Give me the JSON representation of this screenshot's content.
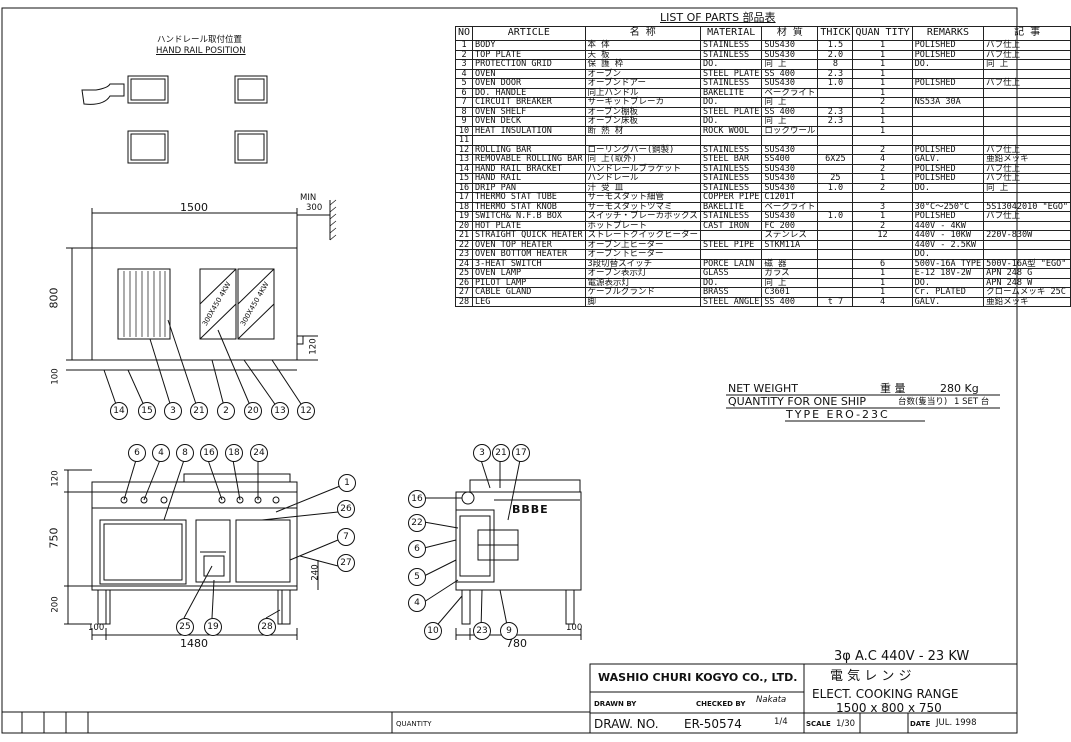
{
  "handrail": {
    "title_jp": "ハンドレール取付位置",
    "title_en": "HAND RAIL POSITION"
  },
  "parts": {
    "title": "LIST OF PARTS 部品表",
    "headers": [
      "NO",
      "ARTICLE",
      "名 称",
      "MATERIAL",
      "材 質",
      "THICK",
      "QUAN TITY",
      "REMARKS",
      "記 事"
    ],
    "rows": [
      [
        "1",
        "BODY",
        "本 体",
        "STAINLESS",
        "SUS430",
        "1.5",
        "1",
        "POLISHED",
        "バフ仕上"
      ],
      [
        "2",
        "TOP PLATE",
        "天 板",
        "STAINLESS",
        "SUS430",
        "2.0",
        "1",
        "POLISHED",
        "バフ仕上"
      ],
      [
        "3",
        "PROTECTION GRID",
        "保 護 枠",
        "DO.",
        "同 上",
        "8",
        "1",
        "DO.",
        "同 上"
      ],
      [
        "4",
        "OVEN",
        "オーブン",
        "STEEL PLATE",
        "SS 400",
        "2.3",
        "1",
        "",
        ""
      ],
      [
        "5",
        "OVEN DOOR",
        "オーブンドアー",
        "STAINLESS",
        "SUS430",
        "1.0",
        "1",
        "POLISHED",
        "バフ仕上"
      ],
      [
        "6",
        "DO. HANDLE",
        "同上ハンドル",
        "BAKELITE",
        "ベークライト",
        "",
        "1",
        "",
        ""
      ],
      [
        "7",
        "CIRCUIT BREAKER",
        "サーキットブレーカ",
        "DO.",
        "同 上",
        "",
        "2",
        "NS53A 30A",
        ""
      ],
      [
        "8",
        "OVEN SHELF",
        "オーブン棚板",
        "STEEL PLATE",
        "SS 400",
        "2.3",
        "1",
        "",
        ""
      ],
      [
        "9",
        "OVEN DECK",
        "オーブン床板",
        "DO.",
        "同 上",
        "2.3",
        "1",
        "",
        ""
      ],
      [
        "10",
        "HEAT INSULATION",
        "断 熱 材",
        "ROCK WOOL",
        "ロックウール",
        "",
        "1",
        "",
        ""
      ],
      [
        "11",
        "",
        "",
        "",
        "",
        "",
        "",
        "",
        ""
      ],
      [
        "12",
        "ROLLING BAR",
        "ローリングバー(鋼製)",
        "STAINLESS",
        "SUS430",
        "",
        "2",
        "POLISHED",
        "バフ仕上"
      ],
      [
        "13",
        "REMOVABLE ROLLING BAR",
        "同 上(取外)",
        "STEEL BAR",
        "SS400",
        "6X25",
        "4",
        "GALV.",
        "亜鉛メッキ"
      ],
      [
        "14",
        "HAND RAIL BRACKET",
        "ハンドレールブラケット",
        "STAINLESS",
        "SUS430",
        "",
        "2",
        "POLISHED",
        "バフ仕上"
      ],
      [
        "15",
        "HAND RAIL",
        "ハンドレール",
        "STAINLESS",
        "SUS430",
        "25",
        "1",
        "POLISHED",
        "バフ仕上"
      ],
      [
        "16",
        "DRIP PAN",
        "汁 受 皿",
        "STAINLESS",
        "SUS430",
        "1.0",
        "2",
        "DO.",
        "同 上"
      ],
      [
        "17",
        "THERMO STAT TUBE",
        "サーモスタット細管",
        "COPPER PIPE",
        "C1201T",
        "",
        "",
        "",
        ""
      ],
      [
        "18",
        "THERMO STAT KNOB",
        "サーモスタットツマミ",
        "BAKELITE",
        "ベークライト",
        "",
        "3",
        "30°C～250°C",
        "5S13042010 \"EGO\""
      ],
      [
        "19",
        "SWITCH& N.F.B BOX",
        "スイッチ・ブレーカボックス",
        "STAINLESS",
        "SUS430",
        "1.0",
        "1",
        "POLISHED",
        "バフ仕上"
      ],
      [
        "20",
        "HOT PLATE",
        "ホットプレート",
        "CAST IRON",
        "FC 200",
        "",
        "2",
        "440V - 4KW",
        ""
      ],
      [
        "21",
        "STRAIGHT QUICK HEATER",
        "ストレートクイックヒーター",
        "",
        "ステンレス",
        "",
        "12",
        "440V - 10KW",
        "220V-830W"
      ],
      [
        "22",
        "OVEN TOP HEATER",
        "オーブン上ヒーター",
        "STEEL PIPE",
        "STKM11A",
        "",
        "",
        "440V - 2.5KW",
        ""
      ],
      [
        "23",
        "OVEN BOTTOM HEATER",
        "オーブン下ヒーター",
        "",
        "",
        "",
        "",
        "DO.",
        ""
      ],
      [
        "24",
        "3-HEAT SWITCH",
        "3段切替スイッチ",
        "PORCE LAIN",
        "磁 器",
        "",
        "6",
        "500V-16A TYPE",
        "500V-16A型 \"EGO\""
      ],
      [
        "25",
        "OVEN LAMP",
        "オーブン表示灯",
        "GLASS",
        "ガラス",
        "",
        "1",
        "E-12 18V-2W",
        "APN 248 G"
      ],
      [
        "26",
        "PILOT LAMP",
        "電源表示灯",
        "DO.",
        "同 上",
        "",
        "1",
        "DO.",
        "APN 248 W"
      ],
      [
        "27",
        "CABLE GLAND",
        "ケーブルグランド",
        "BRASS",
        "C3601",
        "",
        "1",
        "Cr. PLATED",
        "クロームメッキ 25C"
      ],
      [
        "28",
        "LEG",
        "脚",
        "STEEL ANGLE",
        "SS 400",
        "t 7",
        "4",
        "GALV.",
        "亜鉛メッキ"
      ]
    ]
  },
  "weight": {
    "net_label": "NET WEIGHT",
    "net_jp": "重 量",
    "net_value": "280 Kg",
    "qty_label": "QUANTITY FOR ONE SHIP",
    "qty_jp": "台数(隻当り)",
    "qty_value": "1 SET 台",
    "type": "TYPE ERO-23C"
  },
  "dims": {
    "w1500": "1500",
    "min": "MIN",
    "min300": "300",
    "h800": "800",
    "d120": "120",
    "d100": "100",
    "f120": "120",
    "f750": "750",
    "f200": "200",
    "f100a": "100",
    "f1480": "1480",
    "f240": "240",
    "s100": "100",
    "s780": "780",
    "hot_plate_1": "300X450 4KW",
    "hot_plate_2": "300X450 4KW"
  },
  "callouts": {
    "top": [
      "14",
      "15",
      "3",
      "21",
      "2",
      "20",
      "13",
      "12"
    ],
    "front": [
      "6",
      "4",
      "8",
      "16",
      "18",
      "24",
      "1",
      "26",
      "7",
      "27",
      "25",
      "19",
      "28"
    ],
    "side": [
      "16",
      "3",
      "21",
      "17",
      "22",
      "6",
      "5",
      "4",
      "10",
      "23",
      "9"
    ]
  },
  "side_text": "BBBE",
  "title_block": {
    "power": "3φ A.C 440V - 23 KW",
    "company": "WASHIO CHURI KOGYO CO., LTD.",
    "drawn_by": "DRAWN BY",
    "checked_by": "CHECKED BY",
    "checker_sig": "Nakata",
    "name_jp": "電 気 レ ン ジ",
    "name_en": "ELECT. COOKING RANGE",
    "size": "1500 x 800 x 750",
    "draw_no_label": "DRAW. NO.",
    "draw_no": "ER-50574",
    "sheet": "1/4",
    "scale_label": "SCALE",
    "scale": "1/30",
    "date_label": "DATE",
    "date": "JUL. 1998",
    "quantity": "QUANTITY"
  }
}
